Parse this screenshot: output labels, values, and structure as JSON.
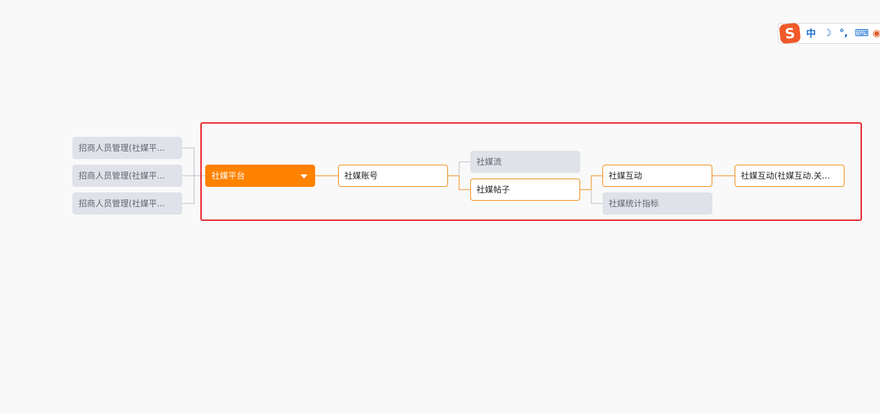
{
  "mindmap": {
    "left_nodes": [
      {
        "label": "招商人员管理(社媒平..."
      },
      {
        "label": "招商人员管理(社媒平..."
      },
      {
        "label": "招商人员管理(社媒平..."
      }
    ],
    "root": {
      "label": "社媒平台"
    },
    "account": {
      "label": "社媒账号"
    },
    "stream": {
      "label": "社媒流"
    },
    "post": {
      "label": "社媒帖子"
    },
    "interaction": {
      "label": "社媒互动"
    },
    "stats": {
      "label": "社媒统计指标"
    },
    "interaction_relation": {
      "label": "社媒互动(社媒互动.关..."
    }
  },
  "ime_toolbar": {
    "logo": "S",
    "items": [
      "中",
      "☽",
      "°,",
      "⌨",
      "◉"
    ]
  },
  "colors": {
    "accent": "#ff8200",
    "highlight": "#e8262a",
    "grey_node": "#dfe2e8"
  }
}
